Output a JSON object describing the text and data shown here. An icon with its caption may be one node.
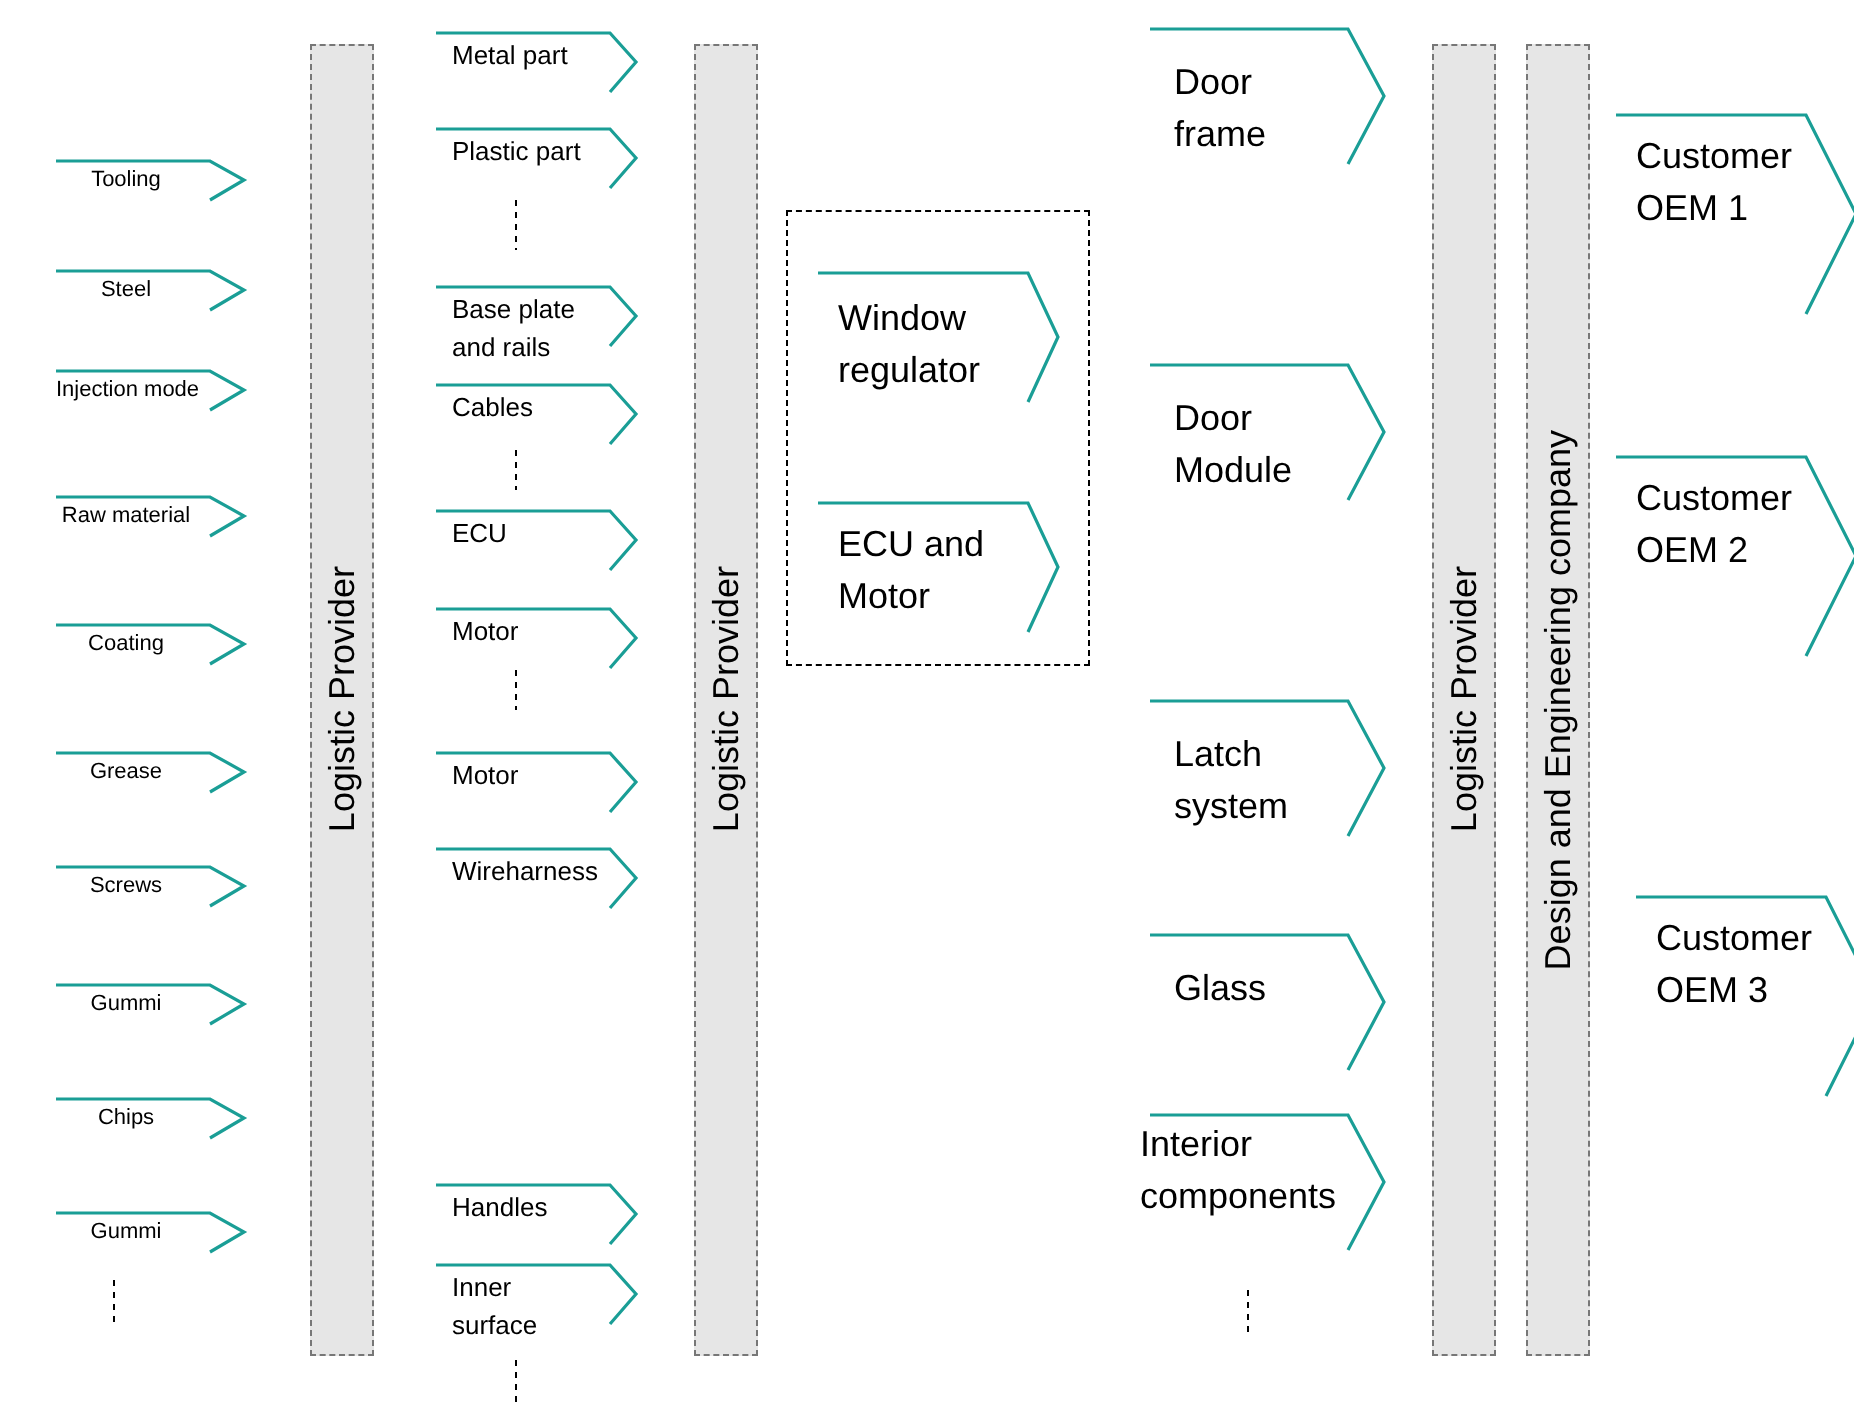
{
  "diagram": {
    "nodes": [
      {
        "text": [
          "Tooling"
        ]
      },
      {
        "text": [
          "Steel"
        ]
      },
      {
        "text": [
          "Injection mode"
        ]
      },
      {
        "text": [
          "Raw material"
        ]
      },
      {
        "text": [
          "Coating"
        ]
      },
      {
        "text": [
          "Grease"
        ]
      },
      {
        "text": [
          "Screws"
        ]
      },
      {
        "text": [
          "Gummi"
        ]
      },
      {
        "text": [
          "Chips"
        ]
      },
      {
        "text": [
          "Gummi"
        ]
      },
      {
        "text": [
          "Logistic Provider"
        ]
      },
      {
        "text": [
          "Metal part"
        ]
      },
      {
        "text": [
          "Plastic part"
        ]
      },
      {
        "text": [
          "Base plate and rails"
        ]
      },
      {
        "text": [
          "Cables"
        ]
      },
      {
        "text": [
          "ECU"
        ]
      },
      {
        "text": [
          "Motor"
        ]
      },
      {
        "text": [
          "Motor"
        ]
      },
      {
        "text": [
          "Wireharness"
        ]
      },
      {
        "text": [
          "Handles"
        ]
      },
      {
        "text": [
          "Inner surface"
        ]
      },
      {
        "text": [
          "Logistic Provider"
        ]
      },
      {
        "text": [],
        "shape": "box"
      },
      {
        "text": [
          "Window regulator"
        ],
        "in": 22
      },
      {
        "text": [
          "ECU and Motor"
        ],
        "in": 22
      },
      {
        "text": [
          "Door frame"
        ]
      },
      {
        "text": [
          "Door Module"
        ]
      },
      {
        "text": [
          "Latch system"
        ]
      },
      {
        "text": [
          "Glass"
        ]
      },
      {
        "text": [
          "Interior components"
        ]
      },
      {
        "text": [
          "Logistic Provider"
        ]
      },
      {
        "text": [
          "Design and Engineering company"
        ]
      },
      {
        "text": [
          "Customer OEM 1"
        ]
      },
      {
        "text": [
          "Customer OEM 2"
        ]
      },
      {
        "text": [
          "Customer OEM 3"
        ]
      }
    ]
  }
}
